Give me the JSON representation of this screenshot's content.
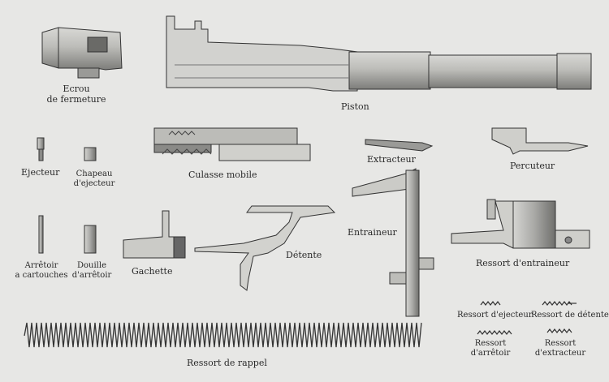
{
  "parts": {
    "ecrou": "Ecrou\nde fermeture",
    "piston": "Piston",
    "ejecteur": "Ejecteur",
    "chapeau": "Chapeau\nd'ejecteur",
    "culasse": "Culasse mobile",
    "extracteur": "Extracteur",
    "percuteur": "Percuteur",
    "entraineur": "Entraineur",
    "arretoir": "Arrêtoir\na cartouches",
    "douille": "Douille\nd'arrêtoir",
    "gachette": "Gachette",
    "detente": "Détente",
    "ressort_entraineur": "Ressort d'entraineur",
    "ressort_ejecteur": "Ressort d'ejecteur",
    "ressort_detente": "Ressort de détente",
    "ressort_arretoir": "Ressort\nd'arrêtoir",
    "ressort_extracteur": "Ressort\nd'extracteur",
    "ressort_rappel": "Ressort de rappel"
  },
  "colors": {
    "paper": "#e7e7e5",
    "ink": "#2a2a2a",
    "metal": "#b9b9b6",
    "dark": "#555555"
  }
}
